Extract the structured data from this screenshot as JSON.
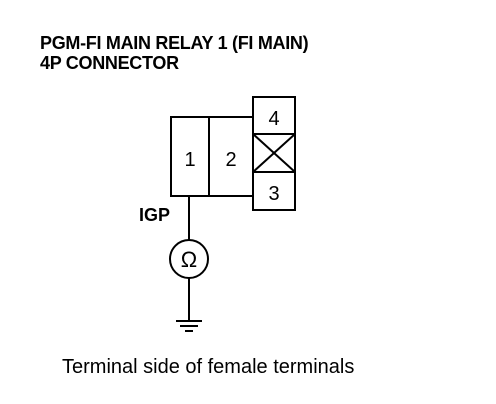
{
  "title": {
    "line1": "PGM-FI MAIN RELAY 1 (FI MAIN)",
    "line2": "4P CONNECTOR"
  },
  "connector": {
    "terminals": [
      "1",
      "2",
      "3",
      "4"
    ]
  },
  "probe_label": "IGP",
  "meter_symbol": "Ω",
  "caption": "Terminal side of female terminals",
  "icons": [
    "ohmmeter-icon",
    "ground-icon",
    "blank-terminal-icon"
  ]
}
